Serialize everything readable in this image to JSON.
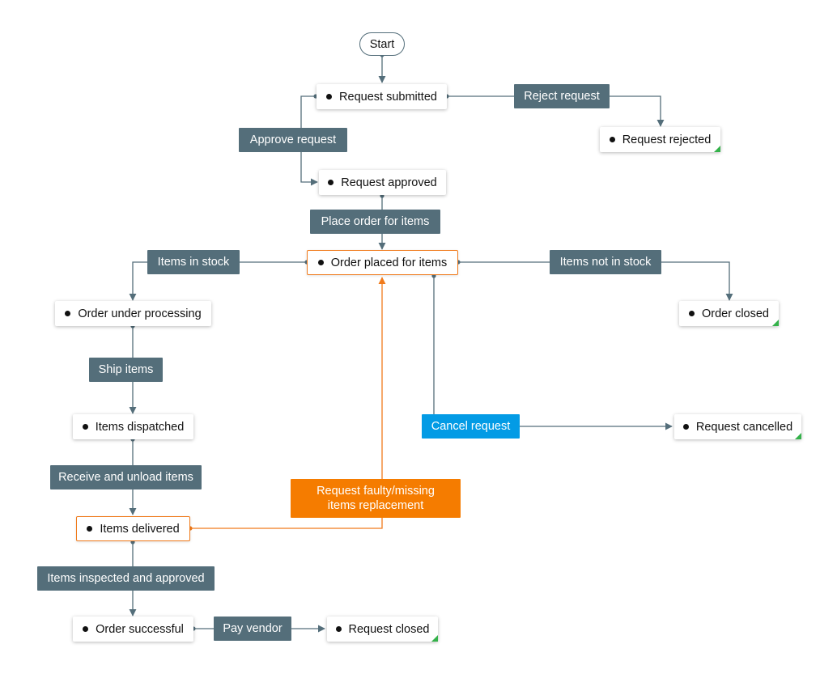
{
  "colors": {
    "state_fill": "#ffffff",
    "action_fill": "#546e7a",
    "highlight": "#f07b1c",
    "cancel": "#039be5",
    "end_marker": "#34b24a",
    "connector": "#546e7a"
  },
  "start": {
    "label": "Start"
  },
  "states": {
    "request_submitted": "Request submitted",
    "request_rejected": "Request rejected",
    "request_approved": "Request approved",
    "order_placed": "Order placed for items",
    "order_under_processing": "Order under processing",
    "order_closed": "Order closed",
    "items_dispatched": "Items dispatched",
    "request_cancelled": "Request cancelled",
    "items_delivered": "Items delivered",
    "order_successful": "Order successful",
    "request_closed": "Request closed"
  },
  "actions": {
    "reject_request": "Reject request",
    "approve_request": "Approve request",
    "place_order": "Place order for items",
    "items_in_stock": "Items in stock",
    "items_not_in_stock": "Items not in stock",
    "ship_items": "Ship items",
    "cancel_request": "Cancel request",
    "receive_unload": "Receive and unload items",
    "request_replacement": "Request faulty/missing items replacement",
    "items_inspected": "Items inspected and approved",
    "pay_vendor": "Pay vendor"
  }
}
